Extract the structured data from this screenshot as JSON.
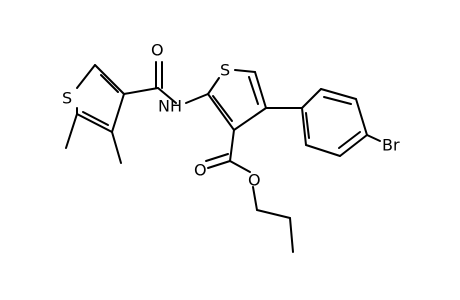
{
  "molecule": {
    "atom_labels": {
      "thiophene_left_s": "S",
      "amide_o": "O",
      "amide_nh": "NH",
      "thiophene_right_s": "S",
      "ester_carbonyl_o": "O",
      "ester_o": "O",
      "bromine": "Br"
    }
  }
}
